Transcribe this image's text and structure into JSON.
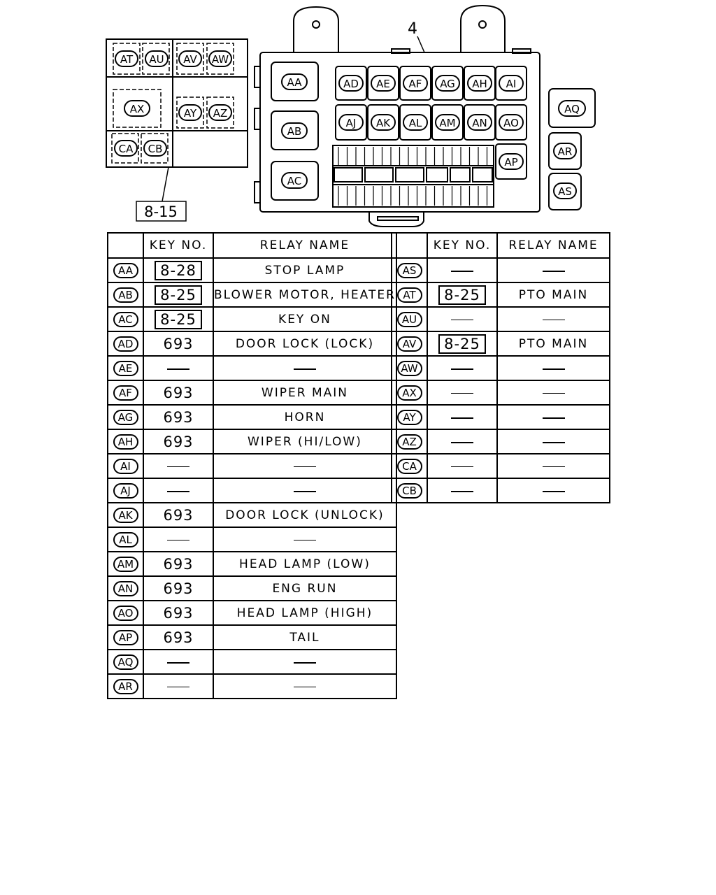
{
  "diagram": {
    "ref_label": "8-15",
    "item_number": "4",
    "side_box_relays": [
      {
        "id": "AT"
      },
      {
        "id": "AU"
      },
      {
        "id": "AV"
      },
      {
        "id": "AW"
      },
      {
        "id": "AX"
      },
      {
        "id": "AY"
      },
      {
        "id": "AZ"
      },
      {
        "id": "CA"
      },
      {
        "id": "CB"
      }
    ],
    "main_box_relays": [
      {
        "id": "AA"
      },
      {
        "id": "AB"
      },
      {
        "id": "AC"
      },
      {
        "id": "AD"
      },
      {
        "id": "AE"
      },
      {
        "id": "AF"
      },
      {
        "id": "AG"
      },
      {
        "id": "AH"
      },
      {
        "id": "AI"
      },
      {
        "id": "AJ"
      },
      {
        "id": "AK"
      },
      {
        "id": "AL"
      },
      {
        "id": "AM"
      },
      {
        "id": "AN"
      },
      {
        "id": "AO"
      },
      {
        "id": "AP"
      },
      {
        "id": "AQ"
      },
      {
        "id": "AR"
      },
      {
        "id": "AS"
      }
    ]
  },
  "table": {
    "headers": {
      "key_no": "KEY NO.",
      "relay_name": "RELAY NAME"
    },
    "left_rows": [
      {
        "id": "AA",
        "key": "8-28",
        "key_boxed": true,
        "name": "STOP LAMP"
      },
      {
        "id": "AB",
        "key": "8-25",
        "key_boxed": true,
        "name": "BLOWER MOTOR, HEATER"
      },
      {
        "id": "AC",
        "key": "8-25",
        "key_boxed": true,
        "name": "KEY ON"
      },
      {
        "id": "AD",
        "key": "693",
        "key_boxed": false,
        "name": "DOOR LOCK (LOCK)"
      },
      {
        "id": "AE",
        "key": "",
        "key_boxed": false,
        "name": ""
      },
      {
        "id": "AF",
        "key": "693",
        "key_boxed": false,
        "name": "WIPER MAIN"
      },
      {
        "id": "AG",
        "key": "693",
        "key_boxed": false,
        "name": "HORN"
      },
      {
        "id": "AH",
        "key": "693",
        "key_boxed": false,
        "name": "WIPER (HI/LOW)"
      },
      {
        "id": "AI",
        "key": "",
        "key_boxed": false,
        "name": ""
      },
      {
        "id": "AJ",
        "key": "",
        "key_boxed": false,
        "name": ""
      },
      {
        "id": "AK",
        "key": "693",
        "key_boxed": false,
        "name": "DOOR LOCK (UNLOCK)"
      },
      {
        "id": "AL",
        "key": "",
        "key_boxed": false,
        "name": ""
      },
      {
        "id": "AM",
        "key": "693",
        "key_boxed": false,
        "name": "HEAD LAMP (LOW)"
      },
      {
        "id": "AN",
        "key": "693",
        "key_boxed": false,
        "name": "ENG RUN"
      },
      {
        "id": "AO",
        "key": "693",
        "key_boxed": false,
        "name": "HEAD LAMP (HIGH)"
      },
      {
        "id": "AP",
        "key": "693",
        "key_boxed": false,
        "name": "TAIL"
      },
      {
        "id": "AQ",
        "key": "",
        "key_boxed": false,
        "name": ""
      },
      {
        "id": "AR",
        "key": "",
        "key_boxed": false,
        "name": ""
      }
    ],
    "right_rows": [
      {
        "id": "AS",
        "key": "",
        "key_boxed": false,
        "name": ""
      },
      {
        "id": "AT",
        "key": "8-25",
        "key_boxed": true,
        "name": "PTO MAIN"
      },
      {
        "id": "AU",
        "key": "",
        "key_boxed": false,
        "name": ""
      },
      {
        "id": "AV",
        "key": "8-25",
        "key_boxed": true,
        "name": "PTO MAIN"
      },
      {
        "id": "AW",
        "key": "",
        "key_boxed": false,
        "name": ""
      },
      {
        "id": "AX",
        "key": "",
        "key_boxed": false,
        "name": ""
      },
      {
        "id": "AY",
        "key": "",
        "key_boxed": false,
        "name": ""
      },
      {
        "id": "AZ",
        "key": "",
        "key_boxed": false,
        "name": ""
      },
      {
        "id": "CA",
        "key": "",
        "key_boxed": false,
        "name": ""
      },
      {
        "id": "CB",
        "key": "",
        "key_boxed": false,
        "name": ""
      }
    ]
  }
}
